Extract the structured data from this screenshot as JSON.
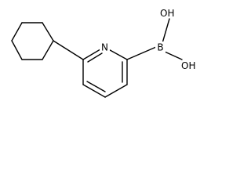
{
  "molecule": {
    "atom_labels": {
      "ring_nitrogen": "N",
      "boron": "B",
      "hydroxyl_top": "OH",
      "hydroxyl_bottom": "OH"
    },
    "line_color": "#000000",
    "background": "#ffffff"
  }
}
